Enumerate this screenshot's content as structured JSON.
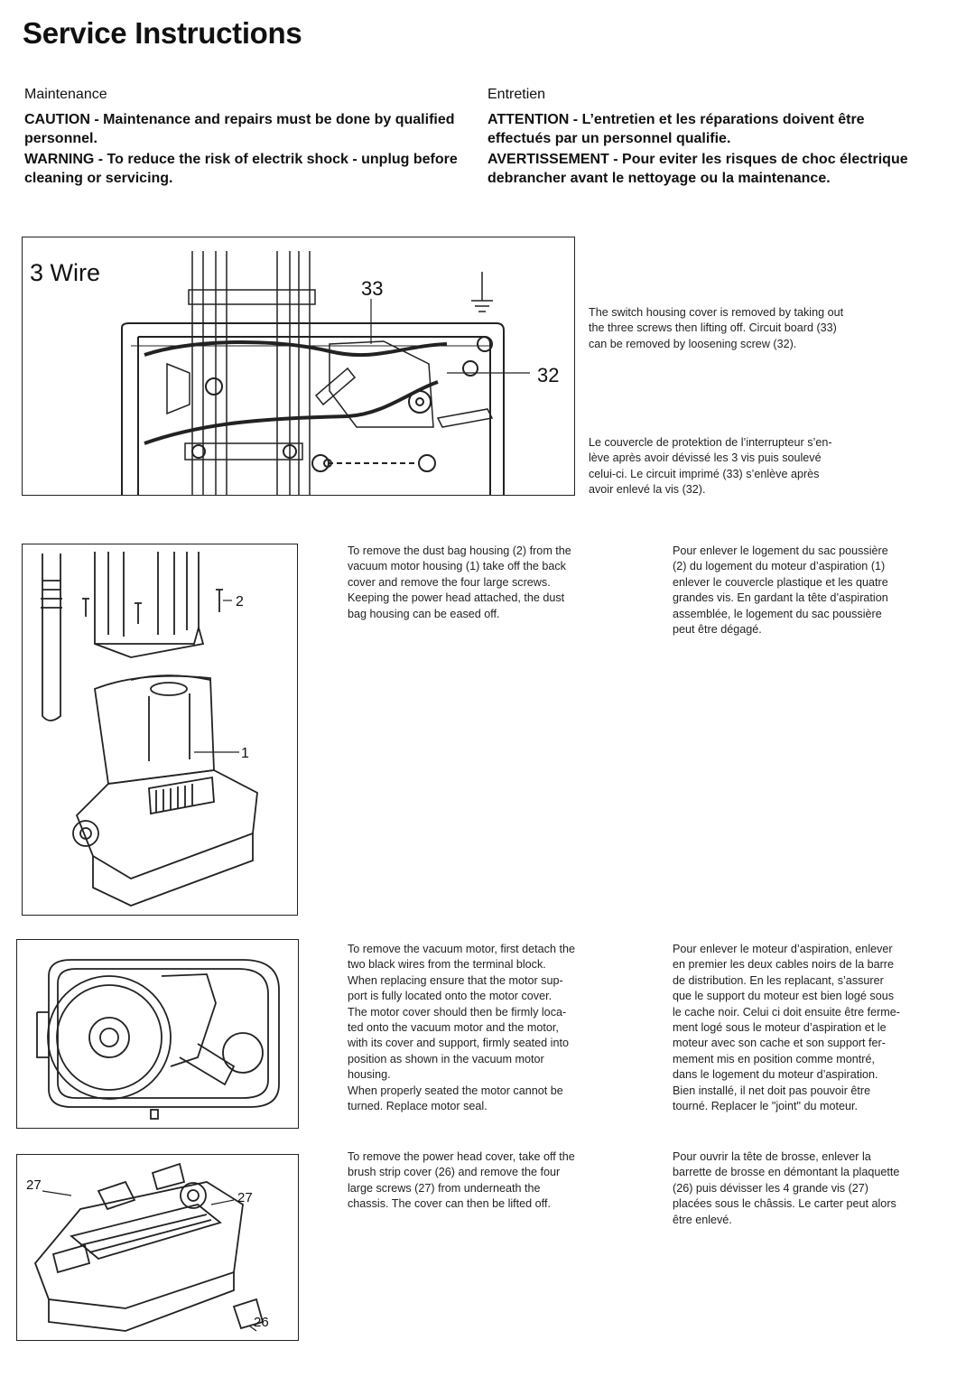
{
  "page": {
    "title": "Service Instructions"
  },
  "warnings": {
    "en": {
      "heading": "Maintenance",
      "caution": "CAUTION - Maintenance and repairs must be done by qualified personnel.",
      "warning": "WARNING - To reduce the risk of electrik shock - unplug before cleaning or servicing."
    },
    "fr": {
      "heading": "Entretien",
      "caution": "ATTENTION - L’entretien et les réparations doivent être effectués par un personnel qualifie.",
      "warning": "AVERTISSEMENT - Pour eviter les risques de choc électrique debrancher avant le nettoyage ou la maintenance."
    }
  },
  "section1": {
    "figure": {
      "title": "3 Wire",
      "callout_33": "33",
      "callout_32": "32"
    },
    "text_en": "The switch housing cover is removed by taking out\nthe three screws then lifting off. Circuit board (33)\ncan be removed by loosening screw (32).",
    "text_fr": "Le couvercle de protektion de l’interrupteur s’en-\nlève après avoir dévissé les 3 vis puis soulevé\ncelui-ci. Le circuit imprimé (33) s’enlève après\navoir enlevé la vis (32)."
  },
  "section2": {
    "figure": {
      "callout_2": "2",
      "callout_1": "1"
    },
    "text_en": "To remove the dust bag housing (2) from the\nvacuum motor housing (1) take off the back\ncover and remove the four large screws.\nKeeping the power head attached, the dust\nbag housing can be eased off.",
    "text_fr": "Pour enlever le logement du sac poussière\n(2) du logement du moteur d’aspiration (1)\nenlever le couvercle plastique et les quatre\ngrandes vis. En gardant la tête d’aspiration\nassemblée, le logement du sac poussière\npeut être dégagé."
  },
  "section3": {
    "text_en": "To remove the vacuum motor, first detach the\ntwo black wires from the terminal block.\nWhen replacing ensure that the motor sup-\nport is fully located onto the motor cover.\nThe motor cover should then be firmly loca-\nted onto the vacuum motor and the motor,\nwith its cover and support, firmly seated into\nposition as shown in the vacuum motor\nhousing.\nWhen properly seated the motor cannot be\nturned. Replace motor seal.",
    "text_fr": "Pour enlever le moteur d’aspiration, enlever\nen premier les deux cables noirs de la barre\nde distribution. En les replacant, s’assurer\nque le support du moteur est bien logé sous\nle cache noir. Celui ci doit ensuite être ferme-\nment logé sous le moteur d’aspiration et le\nmoteur avec son cache et son support fer-\nmement mis en position comme montré,\ndans le logement du moteur d’aspiration.\nBien installé, il net doit pas pouvoir être\ntourné. Replacer le \"joint\" du moteur."
  },
  "section4": {
    "figure": {
      "callout_27_left": "27",
      "callout_27_right": "27",
      "callout_26": "26"
    },
    "text_en": "To remove the power head cover, take off the\nbrush strip cover (26) and remove the four\nlarge screws (27) from underneath the\nchassis. The cover can then be lifted off.",
    "text_fr": "Pour ouvrir la tête de brosse, enlever la\nbarrette de brosse en démontant la plaquette\n(26) puis dévisser les 4 grande vis (27)\nplacées sous le châssis. Le carter peut alors\nêtre enlevé."
  }
}
